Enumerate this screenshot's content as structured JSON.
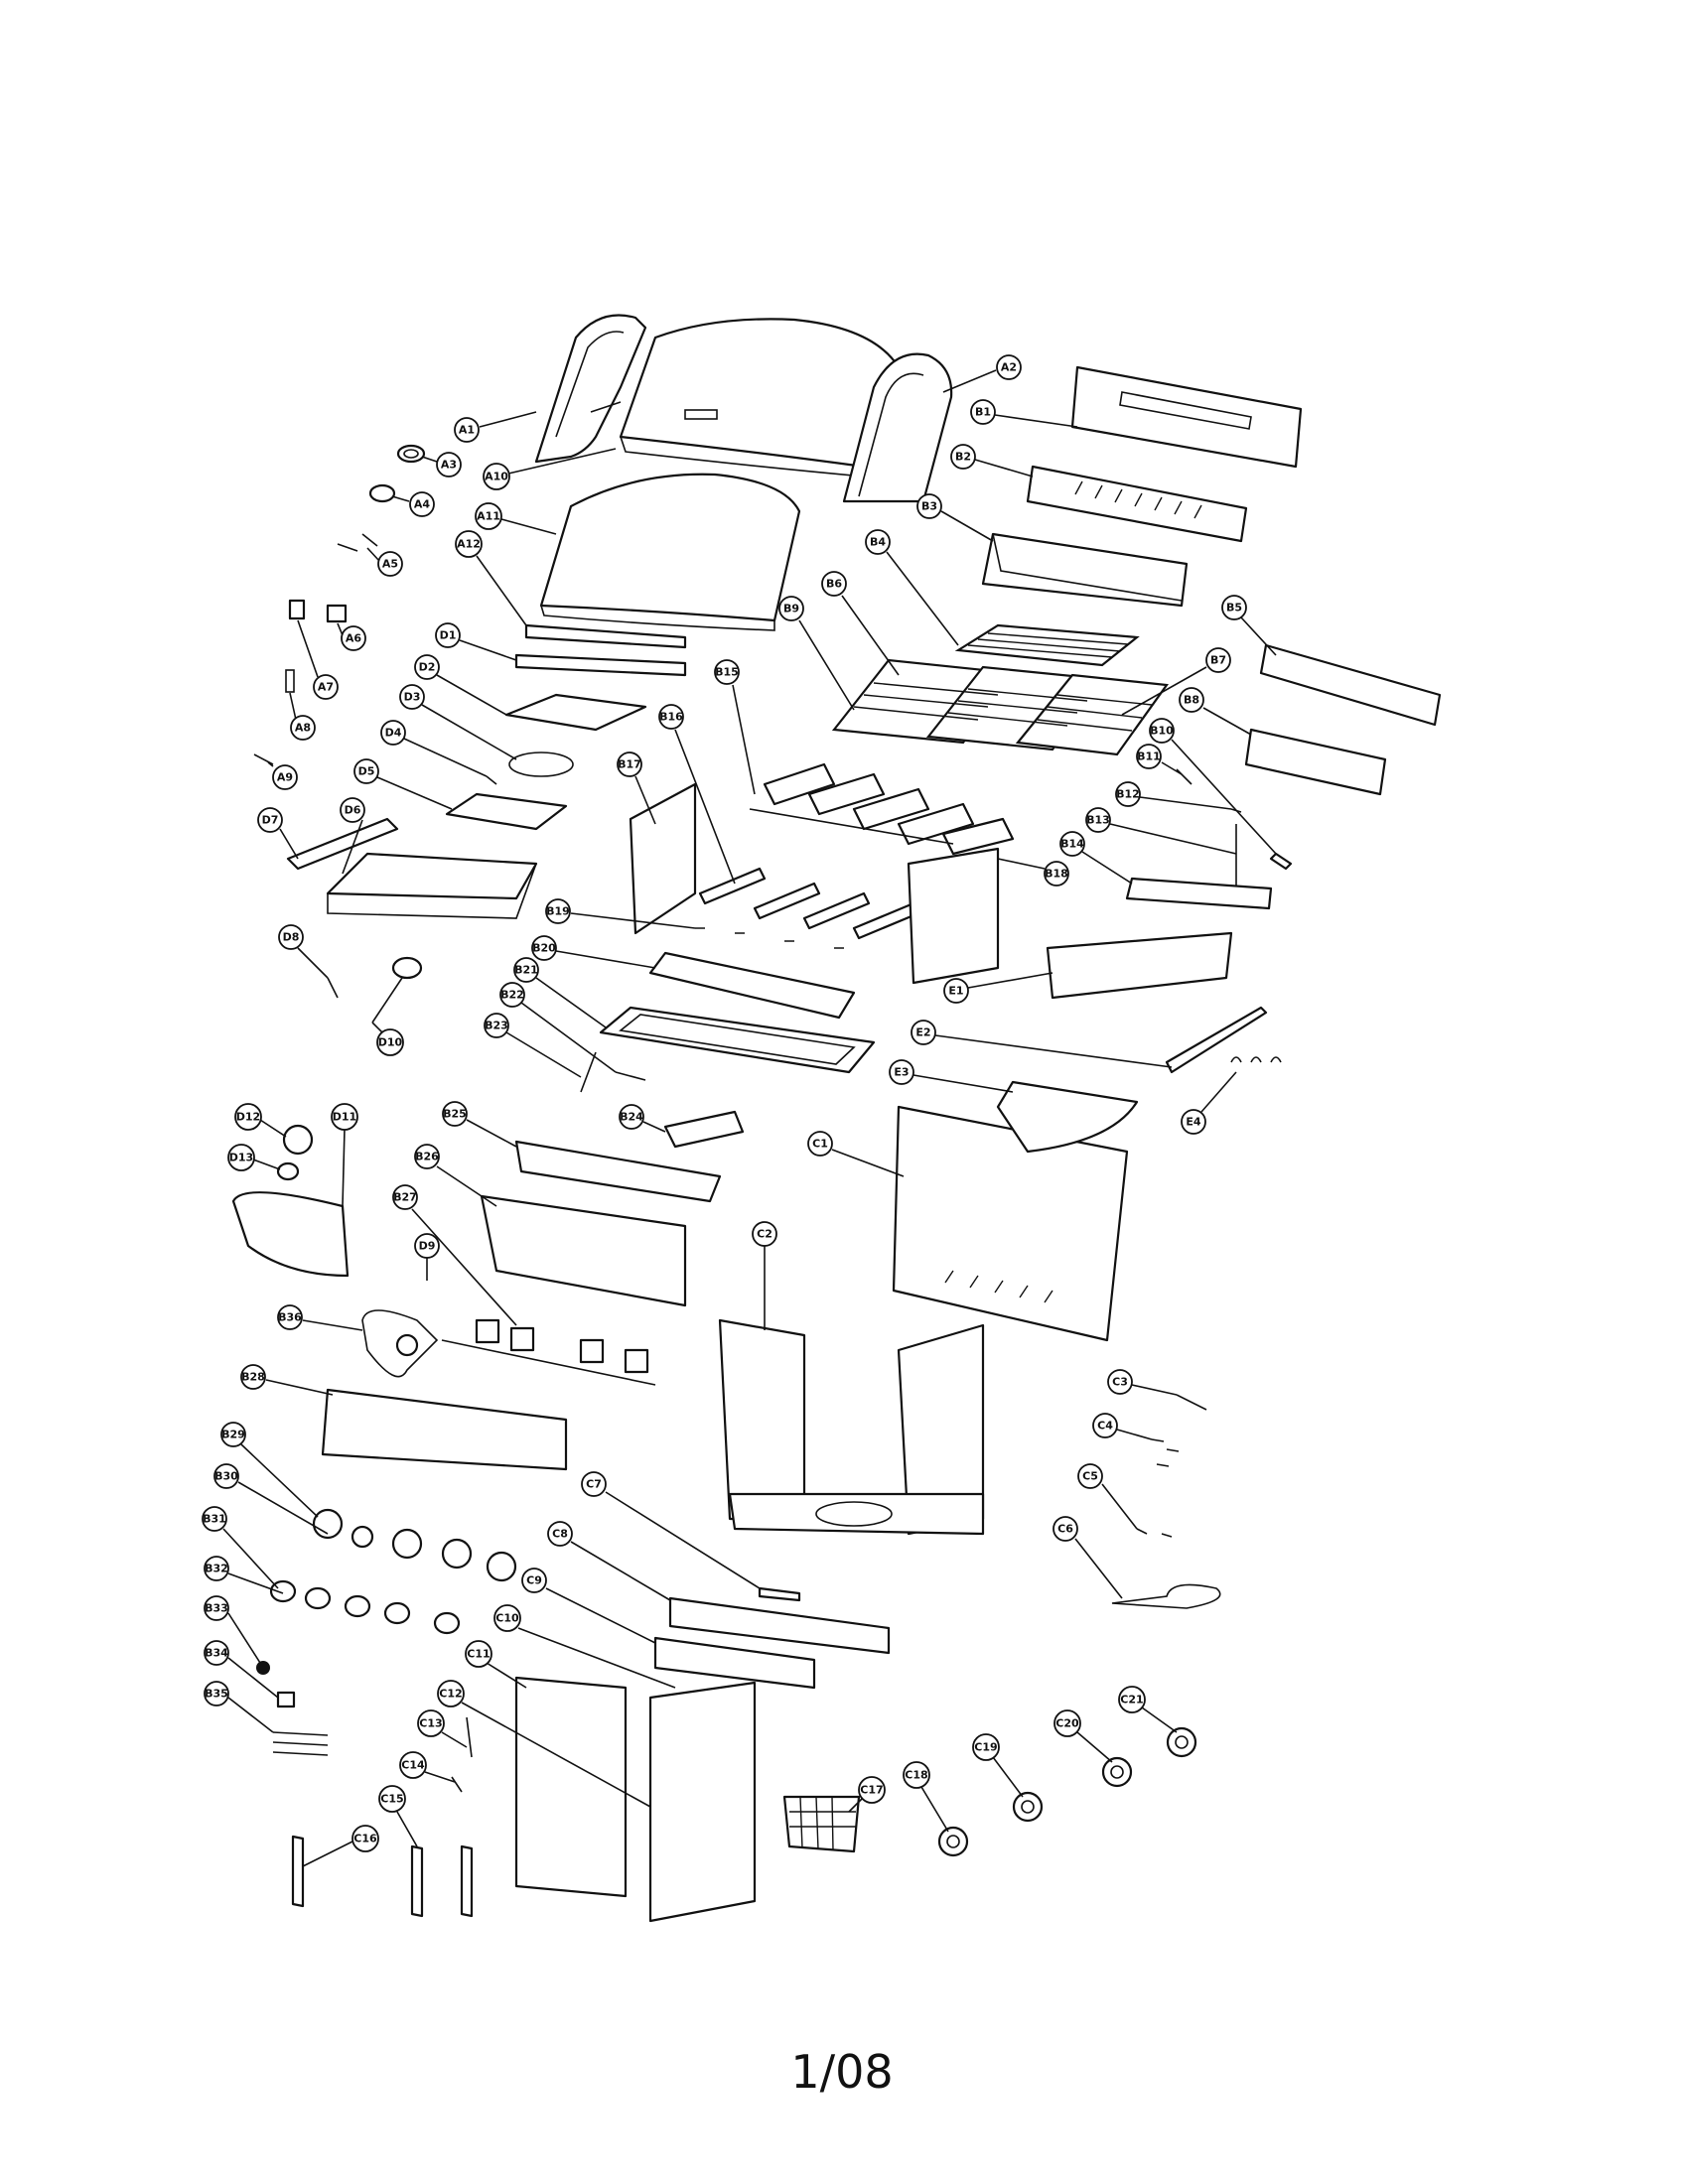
{
  "page_number": "1/08",
  "callouts": [
    {
      "label": "A1"
    },
    {
      "label": "A2"
    },
    {
      "label": "A3"
    },
    {
      "label": "A4"
    },
    {
      "label": "A5"
    },
    {
      "label": "A6"
    },
    {
      "label": "A7"
    },
    {
      "label": "A8"
    },
    {
      "label": "A9"
    },
    {
      "label": "A10"
    },
    {
      "label": "A11"
    },
    {
      "label": "A12"
    },
    {
      "label": "B1"
    },
    {
      "label": "B2"
    },
    {
      "label": "B3"
    },
    {
      "label": "B4"
    },
    {
      "label": "B5"
    },
    {
      "label": "B6"
    },
    {
      "label": "B7"
    },
    {
      "label": "B8"
    },
    {
      "label": "B9"
    },
    {
      "label": "B10"
    },
    {
      "label": "B11"
    },
    {
      "label": "B12"
    },
    {
      "label": "B13"
    },
    {
      "label": "B14"
    },
    {
      "label": "B15"
    },
    {
      "label": "B16"
    },
    {
      "label": "B17"
    },
    {
      "label": "B18"
    },
    {
      "label": "B19"
    },
    {
      "label": "B20"
    },
    {
      "label": "B21"
    },
    {
      "label": "B22"
    },
    {
      "label": "B23"
    },
    {
      "label": "B24"
    },
    {
      "label": "B25"
    },
    {
      "label": "B26"
    },
    {
      "label": "B27"
    },
    {
      "label": "B28"
    },
    {
      "label": "B29"
    },
    {
      "label": "B30"
    },
    {
      "label": "B31"
    },
    {
      "label": "B32"
    },
    {
      "label": "B33"
    },
    {
      "label": "B34"
    },
    {
      "label": "B35"
    },
    {
      "label": "B36"
    },
    {
      "label": "C1"
    },
    {
      "label": "C2"
    },
    {
      "label": "C3"
    },
    {
      "label": "C4"
    },
    {
      "label": "C5"
    },
    {
      "label": "C6"
    },
    {
      "label": "C7"
    },
    {
      "label": "C8"
    },
    {
      "label": "C9"
    },
    {
      "label": "C10"
    },
    {
      "label": "C11"
    },
    {
      "label": "C12"
    },
    {
      "label": "C13"
    },
    {
      "label": "C14"
    },
    {
      "label": "C15"
    },
    {
      "label": "C16"
    },
    {
      "label": "C17"
    },
    {
      "label": "C18"
    },
    {
      "label": "C19"
    },
    {
      "label": "C20"
    },
    {
      "label": "C21"
    },
    {
      "label": "D1"
    },
    {
      "label": "D2"
    },
    {
      "label": "D3"
    },
    {
      "label": "D4"
    },
    {
      "label": "D5"
    },
    {
      "label": "D6"
    },
    {
      "label": "D7"
    },
    {
      "label": "D8"
    },
    {
      "label": "D9"
    },
    {
      "label": "D10"
    },
    {
      "label": "D11"
    },
    {
      "label": "D12"
    },
    {
      "label": "D13"
    },
    {
      "label": "E1"
    },
    {
      "label": "E2"
    },
    {
      "label": "E3"
    },
    {
      "label": "E4"
    }
  ]
}
